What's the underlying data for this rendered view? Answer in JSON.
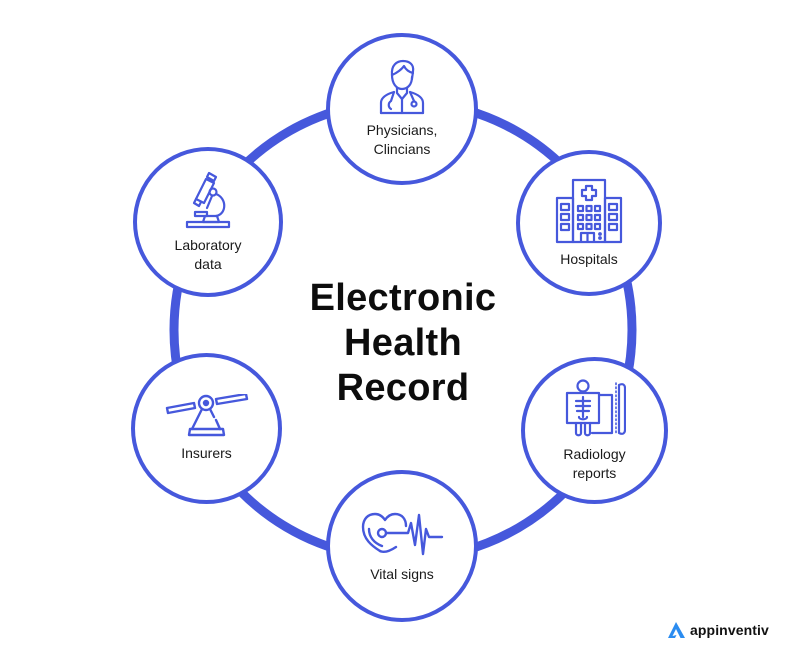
{
  "diagram": {
    "title_lines": [
      "Electronic",
      "Health",
      "Record"
    ],
    "colors": {
      "accent": "#4658dc",
      "text": "#1a1a1a",
      "title": "#0d0d0d",
      "background": "#ffffff",
      "brand_logo": "#2b8cf0"
    },
    "nodes": [
      {
        "id": "physicians",
        "label": "Physicians,\nClincians",
        "icon": "doctor-icon"
      },
      {
        "id": "hospitals",
        "label": "Hospitals",
        "icon": "hospital-building-icon"
      },
      {
        "id": "radiology",
        "label": "Radiology\nreports",
        "icon": "x-ray-icon"
      },
      {
        "id": "vital-signs",
        "label": "Vital signs",
        "icon": "heart-pulse-icon"
      },
      {
        "id": "insurers",
        "label": "Insurers",
        "icon": "seesaw-balance-icon"
      },
      {
        "id": "laboratory",
        "label": "Laboratory\ndata",
        "icon": "microscope-icon"
      }
    ]
  },
  "brand": {
    "name": "appinventiv",
    "icon": "appinventiv-logo-icon"
  }
}
